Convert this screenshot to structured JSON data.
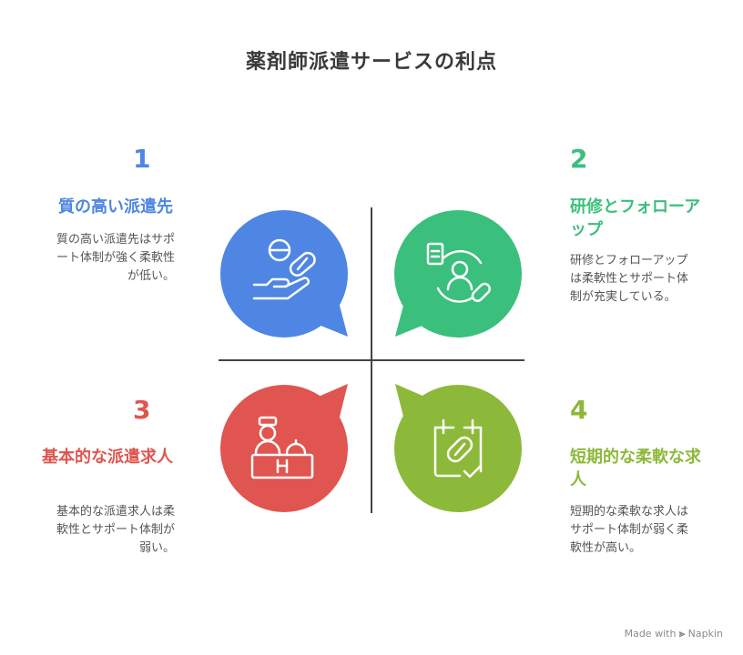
{
  "title": "薬剤師派遣サービスの利点",
  "quadrants": [
    {
      "number": "1",
      "heading": "質の高い派遣先",
      "description": "質の高い派遣先はサポート体制が強く柔軟性が低い。",
      "color": "#4f86e3"
    },
    {
      "number": "2",
      "heading": "研修とフォローアップ",
      "description": "研修とフォローアップは柔軟性とサポート体制が充実している。",
      "color": "#3bbf7c"
    },
    {
      "number": "3",
      "heading": "基本的な派遣求人",
      "description": "基本的な派遣求人は柔軟性とサポート体制が弱い。",
      "color": "#e0554f"
    },
    {
      "number": "4",
      "heading": "短期的な柔軟な求人",
      "description": "短期的な柔軟な求人はサポート体制が弱く柔軟性が高い。",
      "color": "#8db93a"
    }
  ],
  "icons": [
    "pills-on-hand-icon",
    "pharmacist-with-pills-icon",
    "pharmacy-counter-icon",
    "pill-in-calendar-icon"
  ],
  "footer": {
    "made_with": "Made with",
    "brand": "Napkin"
  }
}
